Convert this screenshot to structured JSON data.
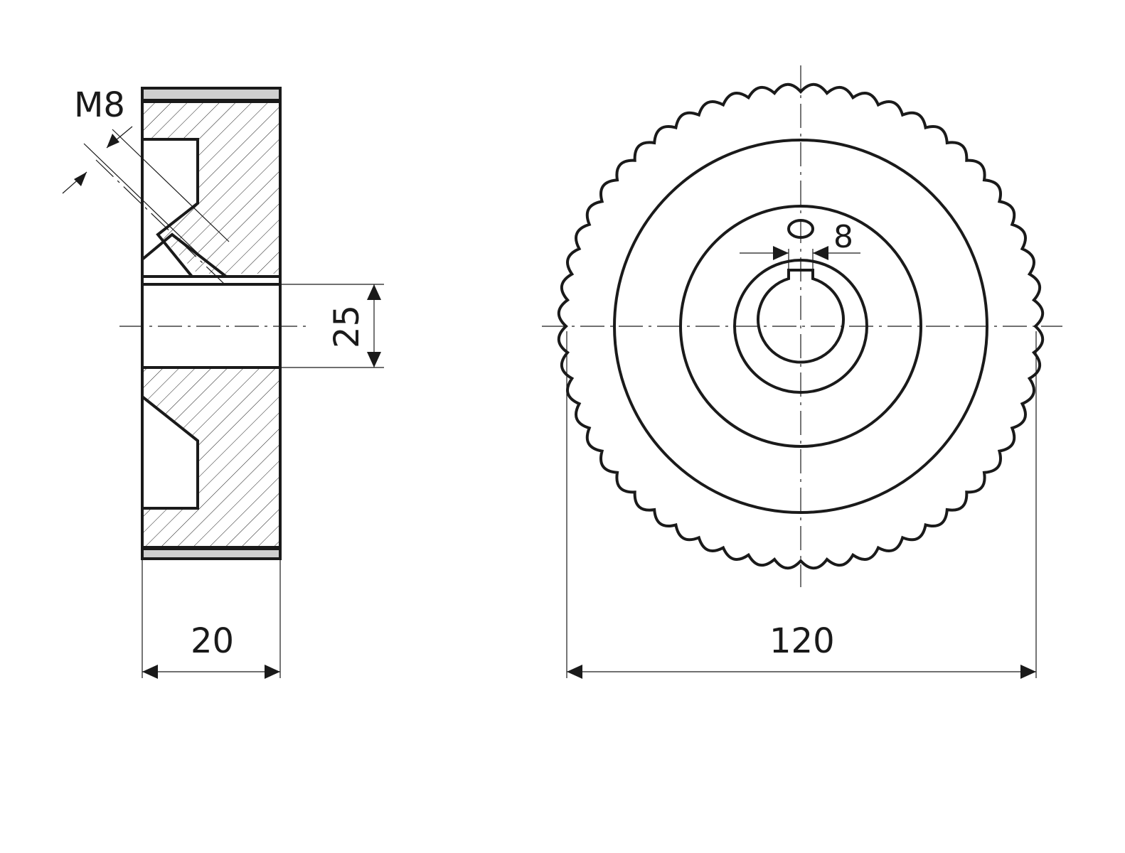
{
  "dimensions": {
    "thread_label": "M8",
    "bore_diameter": "25",
    "width": "20",
    "outer_diameter": "120",
    "keyway_width": "8"
  },
  "knurl": {
    "teeth": 56
  }
}
